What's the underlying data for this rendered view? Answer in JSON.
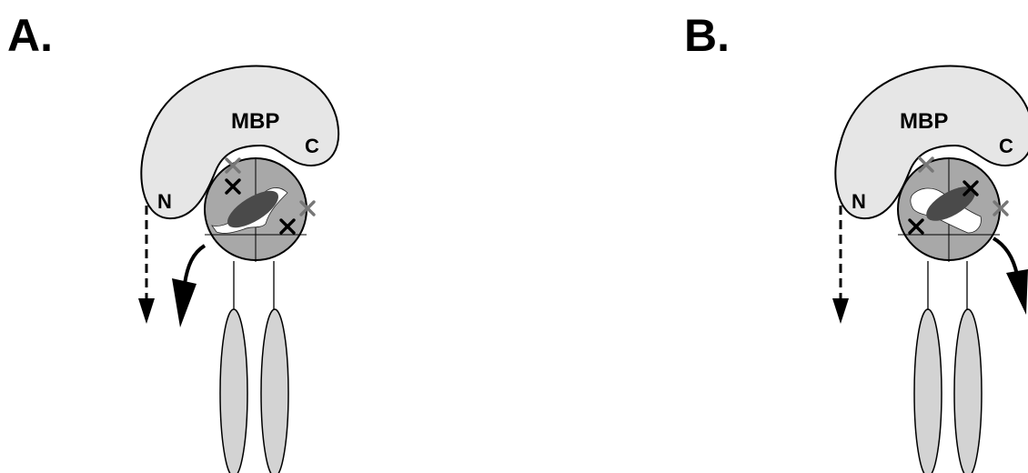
{
  "panels": [
    {
      "label": "A.",
      "protein": "MBP",
      "n_terminus": "N",
      "c_terminus": "C",
      "rotation_direction": "counterclockwise"
    },
    {
      "label": "B.",
      "protein": "MBP",
      "n_terminus": "N",
      "c_terminus": "C",
      "rotation_direction": "clockwise"
    }
  ],
  "colors": {
    "mbp_fill": "#e6e6e6",
    "domain_fill": "#a8a8a8",
    "tail_fill": "#d3d3d3",
    "core_fill": "#4a4a4a",
    "mark_black": "#000000",
    "mark_gray": "#777777",
    "outline": "#000000"
  }
}
